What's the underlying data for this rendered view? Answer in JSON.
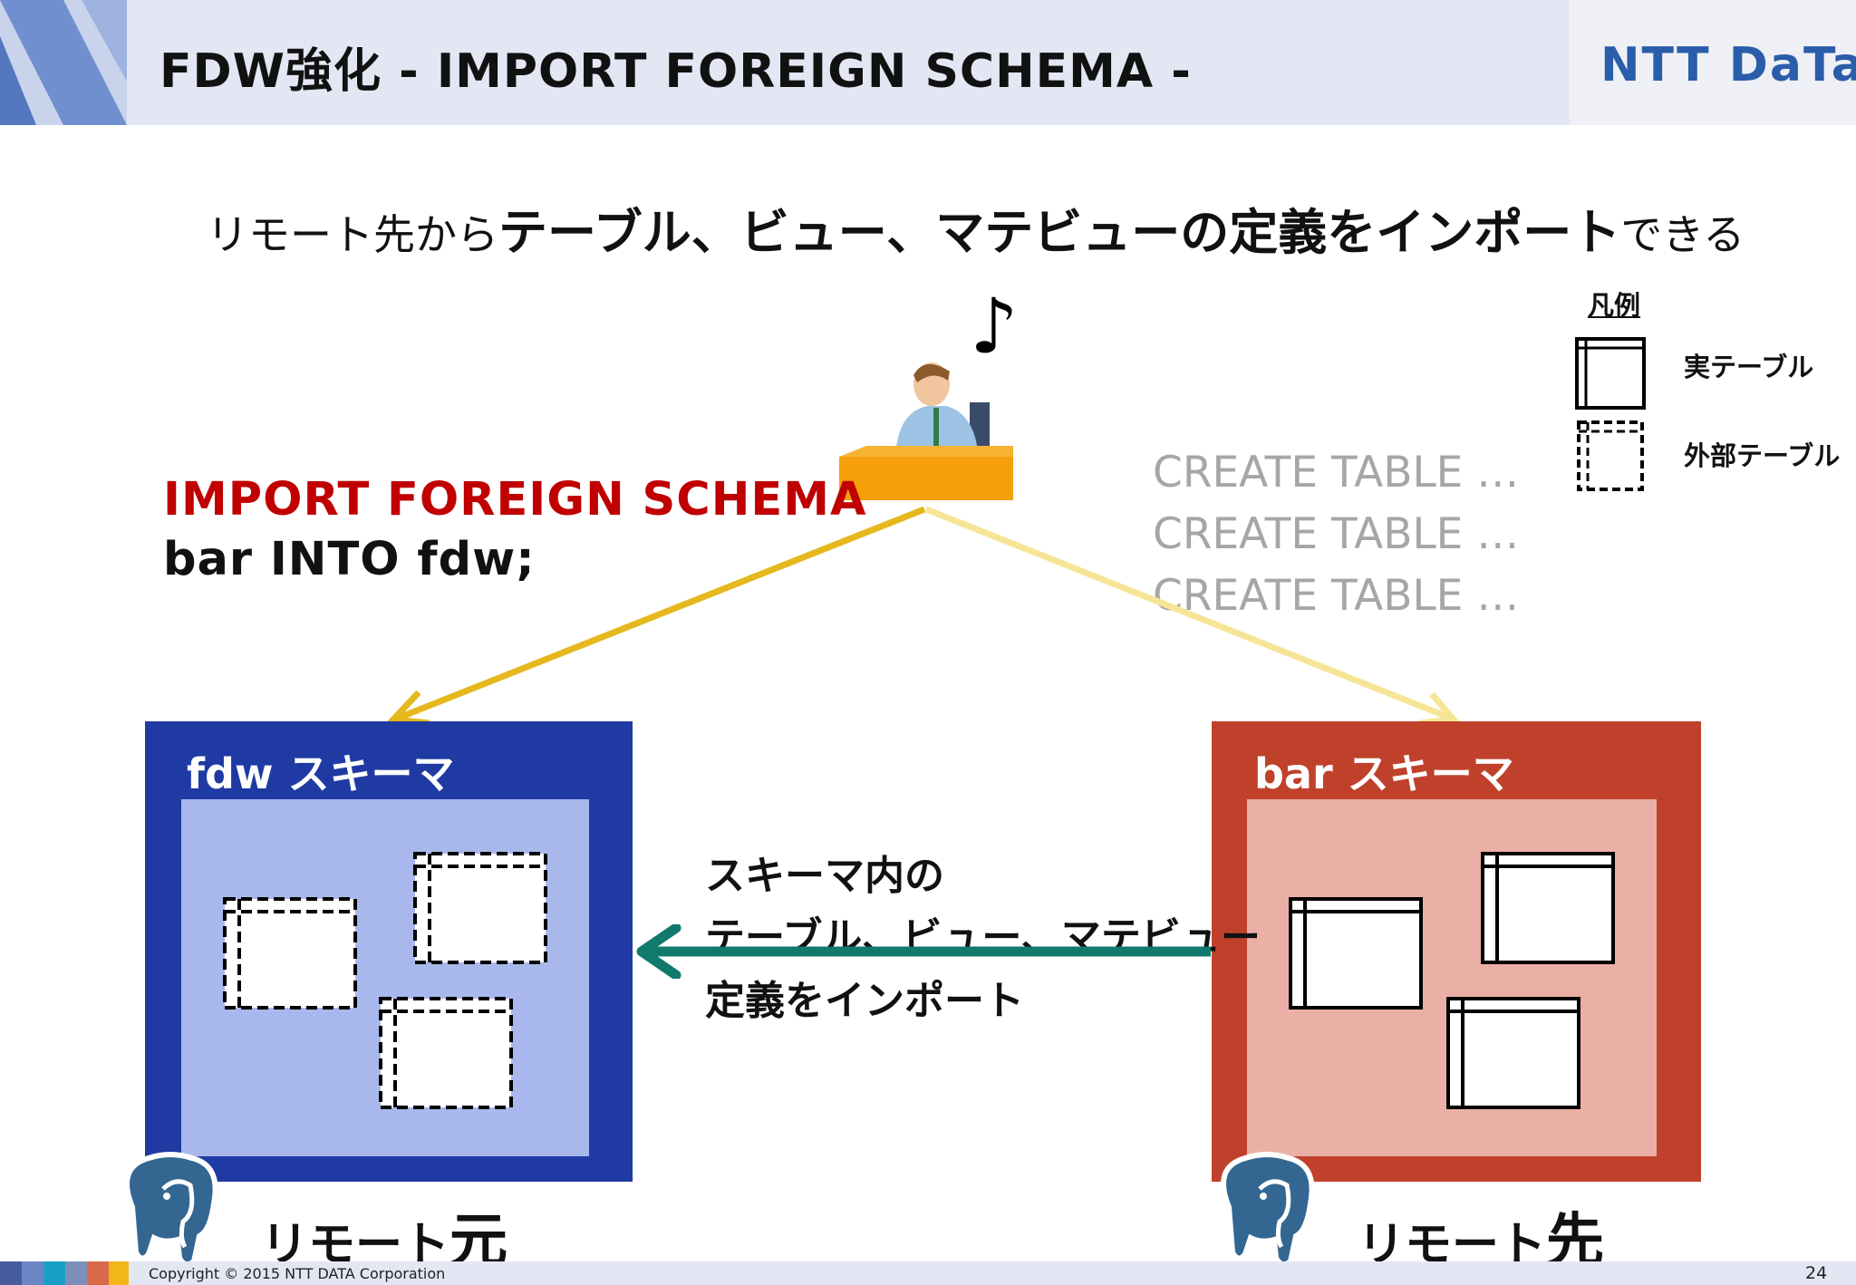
{
  "header": {
    "title": "FDW強化 - IMPORT FOREIGN SCHEMA -",
    "logo": "NTT DaTa"
  },
  "subtitle": {
    "part1": "リモート先から",
    "part2": "テーブル、ビュー、マテビューの定義をインポート",
    "part3": "できる"
  },
  "legend": {
    "title": "凡例",
    "items": [
      {
        "label": "実テーブル"
      },
      {
        "label": "外部テーブル"
      }
    ]
  },
  "sql": {
    "line1": "IMPORT FOREIGN SCHEMA",
    "line2": "bar INTO fdw;"
  },
  "create_lines": [
    "CREATE TABLE …",
    "CREATE TABLE …",
    "CREATE TABLE …"
  ],
  "schemas": {
    "left_label": "fdw スキーマ",
    "right_label": "bar スキーマ"
  },
  "middle_text": {
    "line1": "スキーマ内の",
    "line2": "テーブル、ビュー、マテビュー",
    "line3": "定義をインポート"
  },
  "bottom": {
    "left_prefix": "リモート",
    "left_suffix": "元",
    "right_prefix": "リモート",
    "right_suffix": "先"
  },
  "music_note": "♪",
  "footer": {
    "copyright": "Copyright © 2015 NTT DATA Corporation",
    "page": "24"
  },
  "colors": {
    "fdw_outer": "#1f3aa3",
    "fdw_inner": "#a9b8ec",
    "bar_outer": "#c0412b",
    "bar_inner": "#ebb0a5",
    "sql_red": "#c00000",
    "arrow_teal": "#117a6c",
    "arrow_gold": "#e5b81e",
    "arrow_pale": "#f7e597"
  }
}
